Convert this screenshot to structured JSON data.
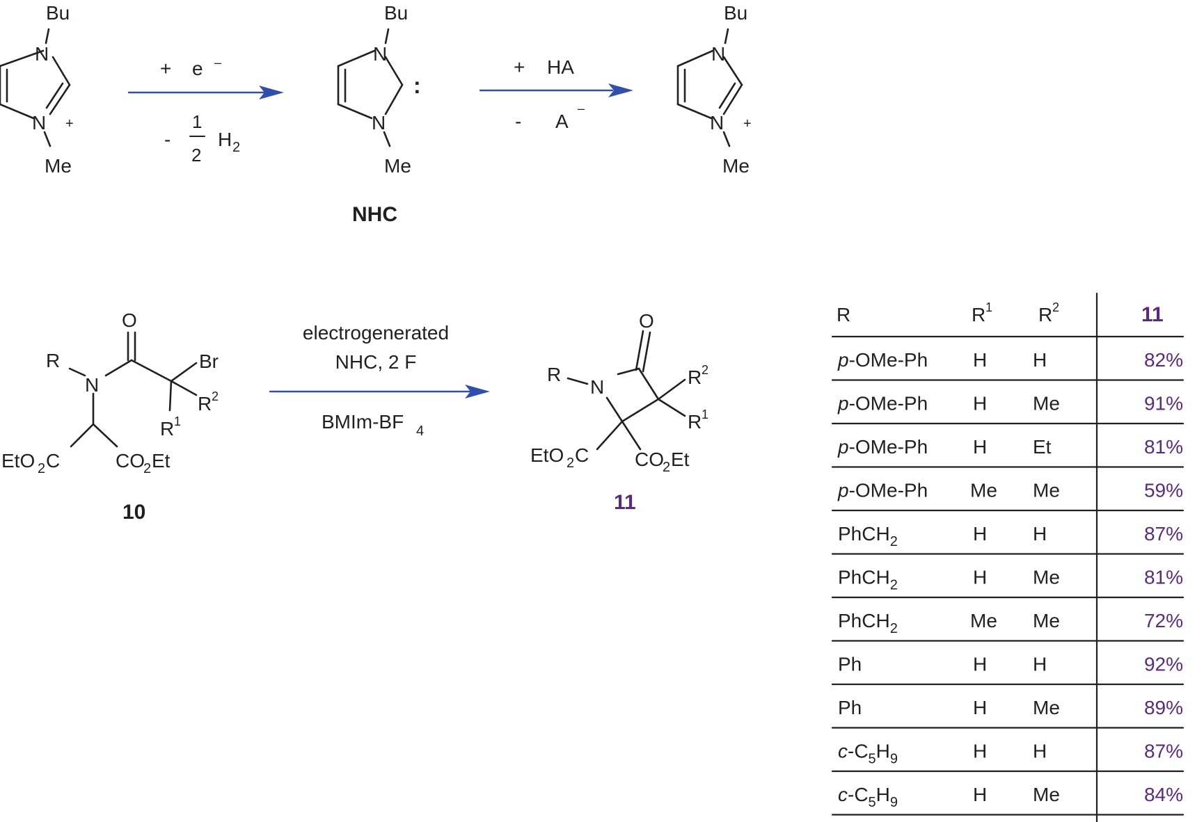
{
  "scheme1": {
    "imidazolium_left": {
      "n_top": "N",
      "n_bottom": "N",
      "top_sub": "Bu",
      "bottom_sub": "Me",
      "charge": "+"
    },
    "arrow1": {
      "top_plus": "+",
      "top_e": "e",
      "top_minus": "–",
      "bottom_minus": "-",
      "frac_num": "1",
      "frac_den": "2",
      "h": "H",
      "h_sub": "2"
    },
    "nhc": {
      "n_top": "N",
      "n_bottom": "N",
      "top_sub": "Bu",
      "bottom_sub": "Me",
      "lone_pair": ":",
      "label": "NHC"
    },
    "arrow2": {
      "top_plus": "+",
      "top_reagent": "HA",
      "bottom_minus": "-",
      "bottom_anion": "A",
      "bottom_charge": "–"
    },
    "imidazolium_right": {
      "n_top": "N",
      "n_bottom": "N",
      "top_sub": "Bu",
      "bottom_sub": "Me",
      "charge": "+"
    }
  },
  "scheme2": {
    "reactant": {
      "o": "O",
      "r": "R",
      "n": "N",
      "br": "Br",
      "r2": "R",
      "r2_sup": "2",
      "r1": "R",
      "r1_sup": "1",
      "ester_left": "EtO",
      "ester_left_sub": "2",
      "ester_left_end": "C",
      "ester_right": "CO",
      "ester_right_sub": "2",
      "ester_right_end": "Et",
      "label": "10"
    },
    "conditions": {
      "line1": "electrogenerated",
      "line2": "NHC, 2 F",
      "line3": "BMIm-BF",
      "line3_sub": "4"
    },
    "product": {
      "o": "O",
      "r": "R",
      "n": "N",
      "r2": "R",
      "r2_sup": "2",
      "r1": "R",
      "r1_sup": "1",
      "ester_left": "EtO",
      "ester_left_sub": "2",
      "ester_left_end": "C",
      "ester_right": "CO",
      "ester_right_sub": "2",
      "ester_right_end": "Et",
      "label": "11"
    }
  },
  "table": {
    "headers": {
      "r": "R",
      "r1": "R",
      "r1_sup": "1",
      "r2": "R",
      "r2_sup": "2",
      "yield": "11"
    },
    "rows": [
      {
        "r_italic": "p",
        "r_main": "-OMe-Ph",
        "r_sub": "",
        "r_tail": "",
        "r1": "H",
        "r2": "H",
        "yield": "82%"
      },
      {
        "r_italic": "p",
        "r_main": "-OMe-Ph",
        "r_sub": "",
        "r_tail": "",
        "r1": "H",
        "r2": "Me",
        "yield": "91%"
      },
      {
        "r_italic": "p",
        "r_main": "-OMe-Ph",
        "r_sub": "",
        "r_tail": "",
        "r1": "H",
        "r2": "Et",
        "yield": "81%"
      },
      {
        "r_italic": "p",
        "r_main": "-OMe-Ph",
        "r_sub": "",
        "r_tail": "",
        "r1": "Me",
        "r2": "Me",
        "yield": "59%"
      },
      {
        "r_italic": "",
        "r_main": "PhCH",
        "r_sub": "2",
        "r_tail": "",
        "r1": "H",
        "r2": "H",
        "yield": "87%"
      },
      {
        "r_italic": "",
        "r_main": "PhCH",
        "r_sub": "2",
        "r_tail": "",
        "r1": "H",
        "r2": "Me",
        "yield": "81%"
      },
      {
        "r_italic": "",
        "r_main": "PhCH",
        "r_sub": "2",
        "r_tail": "",
        "r1": "Me",
        "r2": "Me",
        "yield": "72%"
      },
      {
        "r_italic": "",
        "r_main": "Ph",
        "r_sub": "",
        "r_tail": "",
        "r1": "H",
        "r2": "H",
        "yield": "92%"
      },
      {
        "r_italic": "",
        "r_main": "Ph",
        "r_sub": "",
        "r_tail": "",
        "r1": "H",
        "r2": "Me",
        "yield": "89%"
      },
      {
        "r_italic": "c",
        "r_main": "-C",
        "r_sub": "5",
        "r_tail": "H",
        "r_tail_sub": "9",
        "r1": "H",
        "r2": "H",
        "yield": "87%"
      },
      {
        "r_italic": "c",
        "r_main": "-C",
        "r_sub": "5",
        "r_tail": "H",
        "r_tail_sub": "9",
        "r1": "H",
        "r2": "Me",
        "yield": "84%"
      }
    ]
  }
}
